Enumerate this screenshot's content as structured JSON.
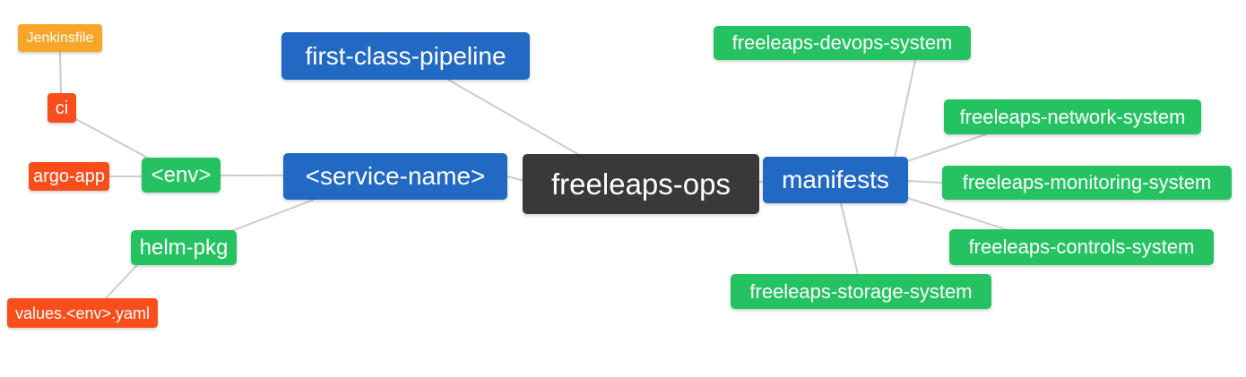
{
  "diagram": {
    "kind": "mindmap",
    "root_label": "freeleaps-ops"
  },
  "palette": {
    "canvas_bg": "#ffffff",
    "root_bg": "#3b3838",
    "primary_bg": "#2269c4",
    "secondary_bg": "#25c262",
    "tertiary_bg": "#fa4d1c",
    "quaternary_bg": "#f8a62a",
    "text": "#ffffff",
    "edge": "#cccccc"
  },
  "nodes": {
    "root": {
      "label": "freeleaps-ops",
      "level": 0
    },
    "first_class_pipeline": {
      "label": "first-class-pipeline",
      "level": 1
    },
    "service_name": {
      "label": "<service-name>",
      "level": 1
    },
    "manifests": {
      "label": "manifests",
      "level": 1
    },
    "env": {
      "label": "<env>",
      "level": 2
    },
    "helm_pkg": {
      "label": "helm-pkg",
      "level": 2
    },
    "ci": {
      "label": "ci",
      "level": 3
    },
    "argo_app": {
      "label": "argo-app",
      "level": 3
    },
    "jenkinsfile": {
      "label": "Jenkinsfile",
      "level": 4
    },
    "values_env_yaml": {
      "label": "values.<env>.yaml",
      "level": 3
    },
    "devops_system": {
      "label": "freeleaps-devops-system",
      "level": 2
    },
    "network_system": {
      "label": "freeleaps-network-system",
      "level": 2
    },
    "monitoring_system": {
      "label": "freeleaps-monitoring-system",
      "level": 2
    },
    "controls_system": {
      "label": "freeleaps-controls-system",
      "level": 2
    },
    "storage_system": {
      "label": "freeleaps-storage-system",
      "level": 2
    }
  },
  "edges": [
    {
      "from": "Jenkinsfile",
      "to": "ci"
    },
    {
      "from": "ci",
      "to": "<env>"
    },
    {
      "from": "argo-app",
      "to": "<env>"
    },
    {
      "from": "<env>",
      "to": "<service-name>"
    },
    {
      "from": "values.<env>.yaml",
      "to": "helm-pkg"
    },
    {
      "from": "helm-pkg",
      "to": "<service-name>"
    },
    {
      "from": "first-class-pipeline",
      "to": "freeleaps-ops"
    },
    {
      "from": "<service-name>",
      "to": "freeleaps-ops"
    },
    {
      "from": "manifests",
      "to": "freeleaps-ops"
    },
    {
      "from": "freeleaps-devops-system",
      "to": "manifests"
    },
    {
      "from": "freeleaps-network-system",
      "to": "manifests"
    },
    {
      "from": "freeleaps-monitoring-system",
      "to": "manifests"
    },
    {
      "from": "freeleaps-controls-system",
      "to": "manifests"
    },
    {
      "from": "freeleaps-storage-system",
      "to": "manifests"
    }
  ],
  "hierarchy": {
    "freeleaps-ops": {
      "first-class-pipeline": {},
      "<service-name>": {
        "<env>": {
          "ci": {
            "Jenkinsfile": {}
          },
          "argo-app": {}
        },
        "helm-pkg": {
          "values.<env>.yaml": {}
        }
      },
      "manifests": {
        "freeleaps-devops-system": {},
        "freeleaps-network-system": {},
        "freeleaps-monitoring-system": {},
        "freeleaps-controls-system": {},
        "freeleaps-storage-system": {}
      }
    }
  }
}
